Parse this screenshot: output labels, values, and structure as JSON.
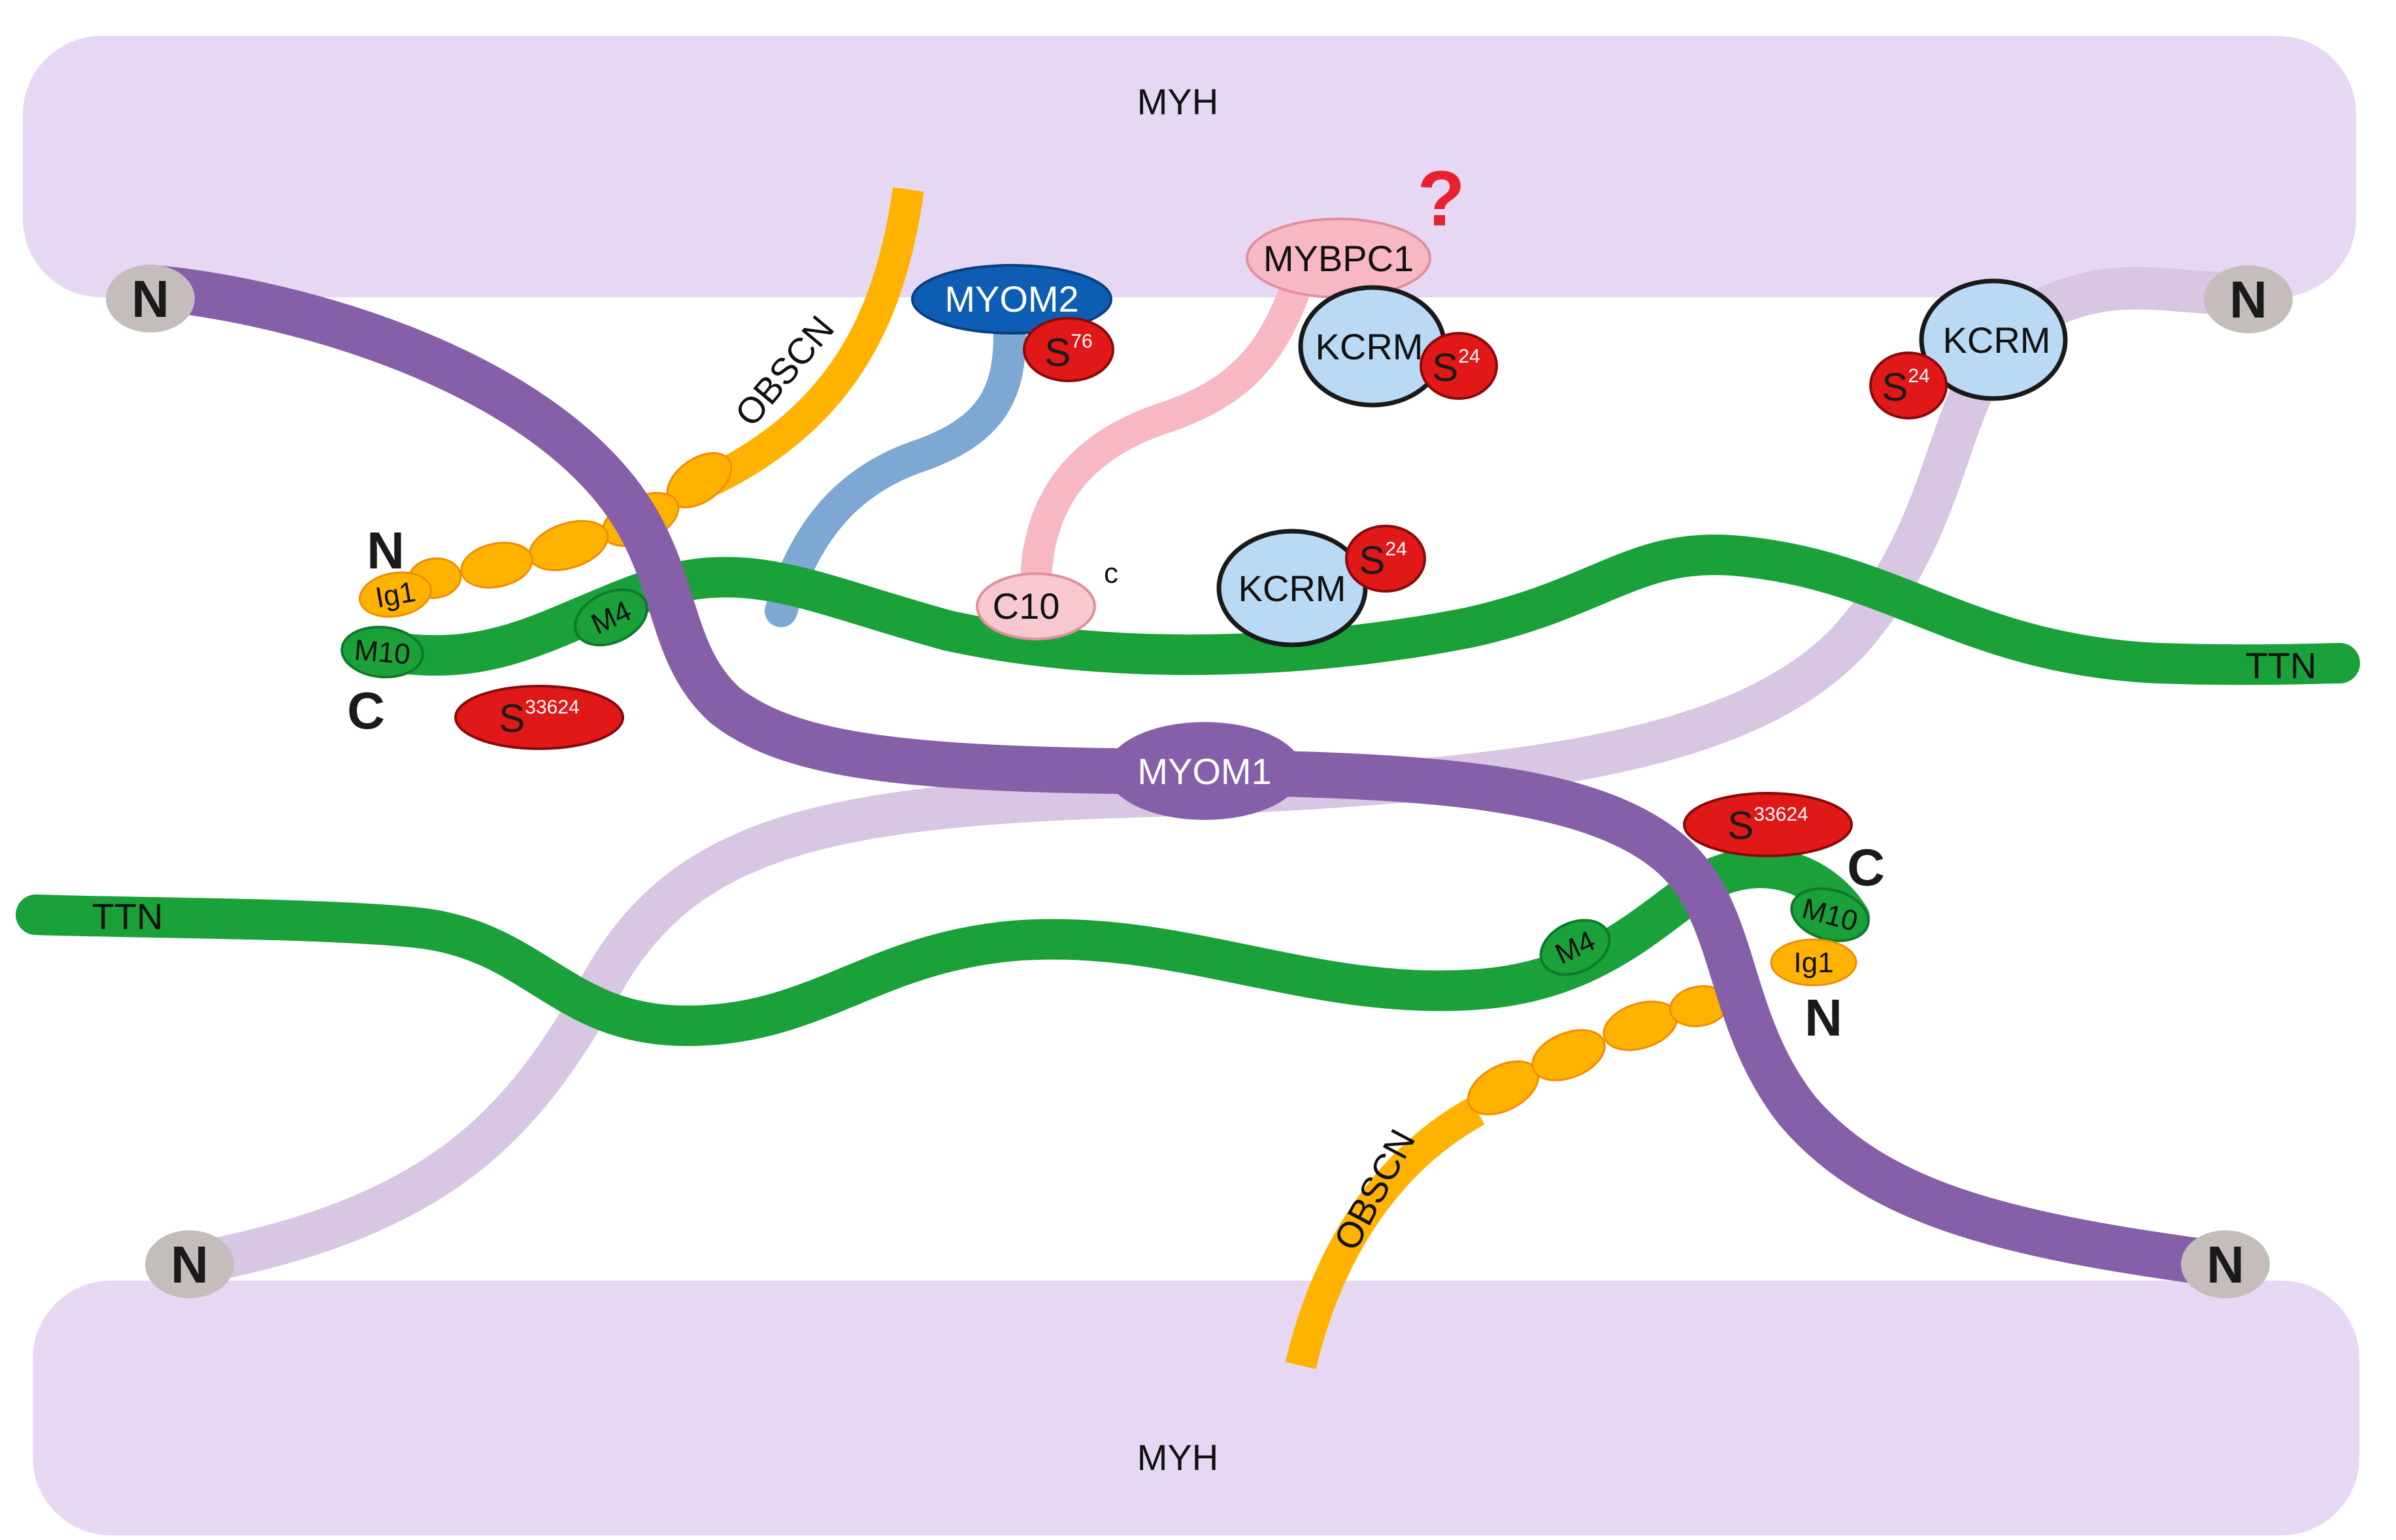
{
  "labels": {
    "myh_top": "MYH",
    "myh_bottom": "MYH",
    "ttn_top": "TTN",
    "ttn_bottom": "TTN",
    "myom1": "MYOM1",
    "myom2": "MYOM2",
    "mybpc1": "MYBPC1",
    "obscn_top": "OBSCN",
    "obscn_bottom": "OBSCN",
    "kcrm": "KCRM",
    "c10": "C10",
    "c_small": "c",
    "m4": "M4",
    "m10": "M10",
    "ig1": "Ig1",
    "n": "N",
    "c": "C",
    "s": "S",
    "sup_24": "24",
    "sup_76": "76",
    "sup_33624": "33624",
    "question": "?"
  },
  "colors": {
    "myh": "#e6d8f3",
    "myom1": "#8560a8",
    "myom1_faded": "#d8c6e2",
    "ttn": "#1aa13a",
    "ttn_domain": "#0e7a2c",
    "obscn": "#ffb300",
    "myom2": "#0e5db5",
    "myom2_linker": "#7ea8d4",
    "mybpc1": "#f7b8c4",
    "kcrm": "#b9d9f5",
    "phospho": "#e01818",
    "n_cap": "#c4bdbb",
    "question": "#e8202f"
  }
}
